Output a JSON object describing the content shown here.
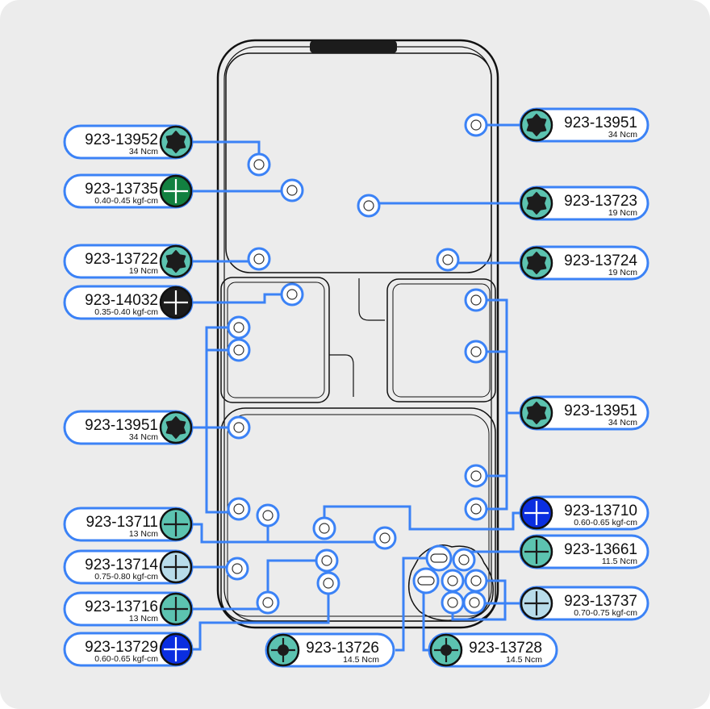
{
  "colors": {
    "accent": "#3b82f6",
    "teal": "#5cc3b0",
    "green": "#128040",
    "blue": "#0a2ee0",
    "lightblue": "#b8dcea",
    "black": "#1c1c1c"
  },
  "labels": [
    {
      "part": "923-13952",
      "torque": "34 Ncm",
      "icon": "torx-icon"
    },
    {
      "part": "923-13735",
      "torque": "0.40-0.45 kgf-cm",
      "icon": "phillips-green-icon"
    },
    {
      "part": "923-13722",
      "torque": "19 Ncm",
      "icon": "torx-icon"
    },
    {
      "part": "923-14032",
      "torque": "0.35-0.40 kgf-cm",
      "icon": "phillips-black-icon"
    },
    {
      "part": "923-13951",
      "torque": "34 Ncm",
      "icon": "torx-icon"
    },
    {
      "part": "923-13711",
      "torque": "13 Ncm",
      "icon": "phillips-teal-icon"
    },
    {
      "part": "923-13714",
      "torque": "0.75-0.80 kgf-cm",
      "icon": "phillips-lightblue-icon"
    },
    {
      "part": "923-13716",
      "torque": "13 Ncm",
      "icon": "phillips-teal-icon"
    },
    {
      "part": "923-13729",
      "torque": "0.60-0.65 kgf-cm",
      "icon": "phillips-blue-icon"
    },
    {
      "part": "923-13951",
      "torque": "34 Ncm",
      "icon": "torx-icon"
    },
    {
      "part": "923-13723",
      "torque": "19 Ncm",
      "icon": "torx-icon"
    },
    {
      "part": "923-13724",
      "torque": "19 Ncm",
      "icon": "torx-icon"
    },
    {
      "part": "923-13951",
      "torque": "34 Ncm",
      "icon": "torx-icon"
    },
    {
      "part": "923-13710",
      "torque": "0.60-0.65 kgf-cm",
      "icon": "phillips-blue-icon"
    },
    {
      "part": "923-13661",
      "torque": "11.5 Ncm",
      "icon": "phillips-teal-icon"
    },
    {
      "part": "923-13737",
      "torque": "0.70-0.75 kgf-cm",
      "icon": "phillips-lightblue-icon"
    },
    {
      "part": "923-13726",
      "torque": "14.5 Ncm",
      "icon": "torx-plus-icon"
    },
    {
      "part": "923-13728",
      "torque": "14.5 Ncm",
      "icon": "torx-plus-icon"
    }
  ]
}
